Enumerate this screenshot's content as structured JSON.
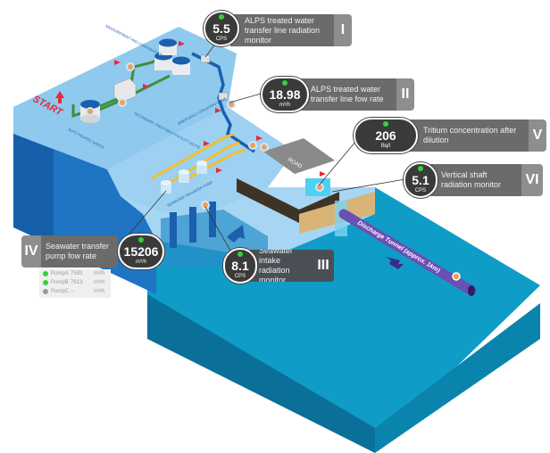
{
  "diagram": {
    "start_label": "START",
    "labels": {
      "alps_treated_water": "ALPS TREATED WATER",
      "measurement": "MEASUREMENT AND CONFIRMATION",
      "secondary_treatment": "SECONDARY TREATMENT FACILITY (ALPS)",
      "emergency_valve": "EMERGENCY ISOLATION VALVE",
      "seawater_pump": "SEAWATER TRANSFER PUMP",
      "road": "ROAD",
      "discharge_tunnel": "Discharge Tunnel (approx. 1km)"
    },
    "colors": {
      "land_top": "#8fc9ee",
      "land_side": "#1f74c4",
      "land_side_dark": "#1560a8",
      "sea_top": "#0f9cc7",
      "sea_side_left": "#0a6f99",
      "sea_side_right": "#0b84ad",
      "pipe_green": "#3f8f3d",
      "pipe_blue": "#1c5fae",
      "pipe_yellow": "#f2c12e",
      "tunnel": "#6b4fb3",
      "arrow_red": "#e8283c",
      "panel": "#6b6b6b",
      "badge": "#3b3a3a",
      "status_ok": "#35d13a",
      "status_off": "#9a9a9a"
    }
  },
  "monitors": [
    {
      "id": "I",
      "value": "5.5",
      "unit": "CPS",
      "label": "ALPS treated water transfer line radiation monitor"
    },
    {
      "id": "II",
      "value": "18.98",
      "unit": "m³/h",
      "label": "ALPS treated water transfer line fow rate"
    },
    {
      "id": "III",
      "value": "8.1",
      "unit": "CPS",
      "label": "Seawater intake radiation monitor"
    },
    {
      "id": "IV",
      "value": "15206",
      "unit": "m³/h",
      "label": "Seawater transfer pump fow rate"
    },
    {
      "id": "V",
      "value": "206",
      "unit": "Bq/l",
      "label": "Tritium concentration after dilution"
    },
    {
      "id": "VI",
      "value": "5.1",
      "unit": "CPS",
      "label": "Vertical shaft radiation monitor"
    }
  ],
  "pumps": [
    {
      "name": "PumpA",
      "value": "7593",
      "unit": "m³/h",
      "status": "on"
    },
    {
      "name": "PumpB",
      "value": "7613",
      "unit": "m³/h",
      "status": "on"
    },
    {
      "name": "PumpC",
      "value": "--",
      "unit": "m³/h",
      "status": "off"
    }
  ]
}
